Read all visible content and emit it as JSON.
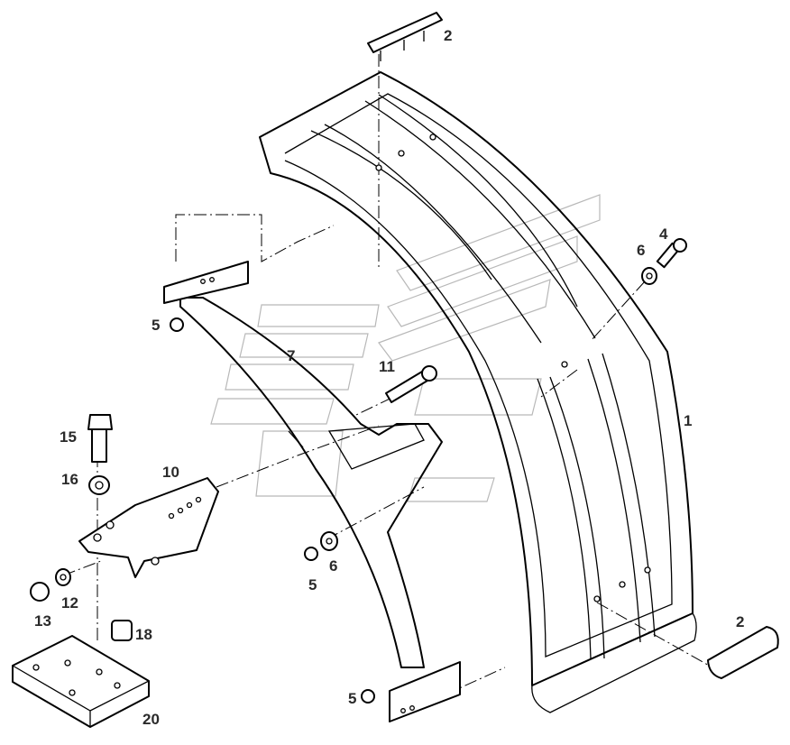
{
  "diagram": {
    "callouts": [
      {
        "id": "c2a",
        "text": "2"
      },
      {
        "id": "c4",
        "text": "4"
      },
      {
        "id": "c6a",
        "text": "6"
      },
      {
        "id": "c5a",
        "text": "5"
      },
      {
        "id": "c7",
        "text": "7"
      },
      {
        "id": "c11",
        "text": "11"
      },
      {
        "id": "c1",
        "text": "1"
      },
      {
        "id": "c15",
        "text": "15"
      },
      {
        "id": "c16",
        "text": "16"
      },
      {
        "id": "c10",
        "text": "10"
      },
      {
        "id": "c6b",
        "text": "6"
      },
      {
        "id": "c5b",
        "text": "5"
      },
      {
        "id": "c13",
        "text": "13"
      },
      {
        "id": "c12",
        "text": "12"
      },
      {
        "id": "c18",
        "text": "18"
      },
      {
        "id": "c20",
        "text": "20"
      },
      {
        "id": "c2b",
        "text": "2"
      },
      {
        "id": "c5c",
        "text": "5"
      }
    ]
  }
}
